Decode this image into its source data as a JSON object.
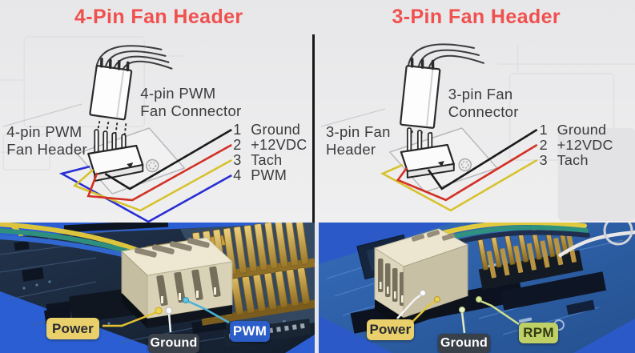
{
  "theme": {
    "title_color": "#f0504e",
    "diagram_text_color": "#3b3b3d",
    "panel_background": "#ebebed",
    "divider_color": "#17181a",
    "photo_backdrop_left": "#2a5ed2",
    "photo_backdrop_right": "#2b59c7"
  },
  "section_4pin": {
    "title": "4-Pin Fan Header",
    "connector_label_line1": "4-pin PWM",
    "connector_label_line2": "Fan Connector",
    "header_label_line1": "4-pin PWM",
    "header_label_line2": "Fan Header",
    "pins": [
      {
        "number": "1",
        "name": "Ground",
        "wire_color": "#1c1c1c"
      },
      {
        "number": "2",
        "name": "+12VDC",
        "wire_color": "#d23126"
      },
      {
        "number": "3",
        "name": "Tach",
        "wire_color": "#d8c22e"
      },
      {
        "number": "4",
        "name": "PWM",
        "wire_color": "#2a2fd4"
      }
    ],
    "photo_labels": [
      {
        "text": "Power",
        "bg": "#e9d06a",
        "fg": "#262a33"
      },
      {
        "text": "Ground",
        "bg": "#394049",
        "fg": "#ffffff"
      },
      {
        "text": "PWM",
        "bg": "#2b5ec9",
        "fg": "#ffffff"
      }
    ]
  },
  "section_3pin": {
    "title": "3-Pin Fan Header",
    "connector_label_line1": "3-pin Fan",
    "connector_label_line2": "Connector",
    "header_label_line1": "3-pin Fan",
    "header_label_line2": "Header",
    "pins": [
      {
        "number": "1",
        "name": "Ground",
        "wire_color": "#1c1c1c"
      },
      {
        "number": "2",
        "name": "+12VDC",
        "wire_color": "#d23126"
      },
      {
        "number": "3",
        "name": "Tach",
        "wire_color": "#d8c22e"
      }
    ],
    "photo_labels": [
      {
        "text": "Power",
        "bg": "#e9d06a",
        "fg": "#262a33"
      },
      {
        "text": "Ground",
        "bg": "#394049",
        "fg": "#ffffff"
      },
      {
        "text": "RPM",
        "bg": "#bed066",
        "fg": "#333b12"
      }
    ]
  }
}
